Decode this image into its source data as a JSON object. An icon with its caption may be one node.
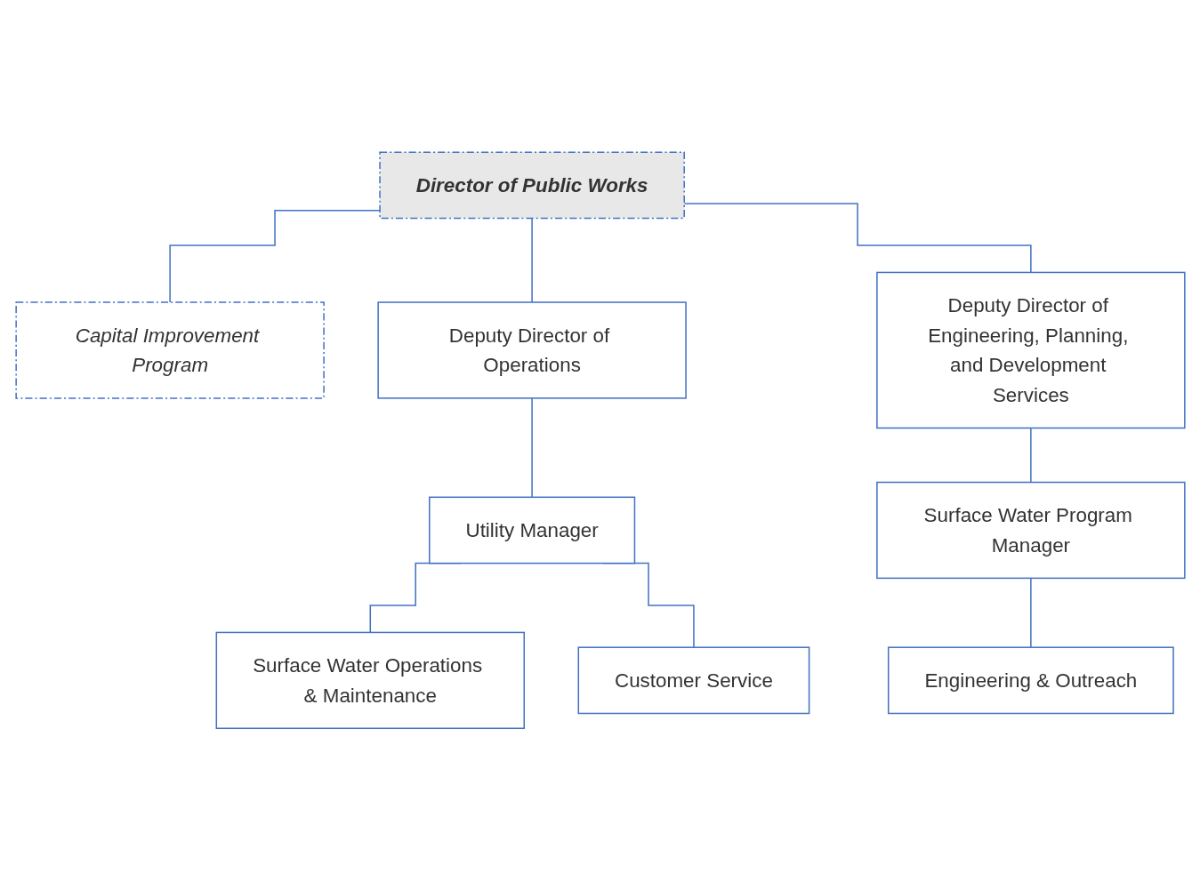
{
  "diagram": {
    "nodes": [
      {
        "text": [
          "Director of Public Works"
        ]
      },
      {
        "text": [
          "Capital Improvement Program"
        ]
      },
      {
        "text": [
          "Deputy Director of Operations"
        ]
      },
      {
        "text": [
          "Deputy Director of Engineering, Planning, and Development Services"
        ]
      },
      {
        "text": [
          "Utility Manager"
        ]
      },
      {
        "text": [
          "Surface Water Program Manager"
        ]
      },
      {
        "text": [
          "Engineering & Outreach"
        ]
      },
      {
        "text": [
          "Surface Water Operations & Maintenance"
        ]
      },
      {
        "text": [
          "Customer Service"
        ]
      }
    ],
    "edges": [
      {
        "from": 0,
        "to": 1,
        "arrow": "none"
      },
      {
        "from": 0,
        "to": 2,
        "arrow": "none"
      },
      {
        "from": 0,
        "to": 3,
        "arrow": "none"
      },
      {
        "from": 2,
        "to": 4,
        "arrow": "none"
      },
      {
        "from": 3,
        "to": 5,
        "arrow": "none"
      },
      {
        "from": 5,
        "to": 6,
        "arrow": "none"
      },
      {
        "from": 4,
        "to": 7,
        "arrow": "none"
      },
      {
        "from": 4,
        "to": 8,
        "arrow": "none"
      }
    ]
  }
}
